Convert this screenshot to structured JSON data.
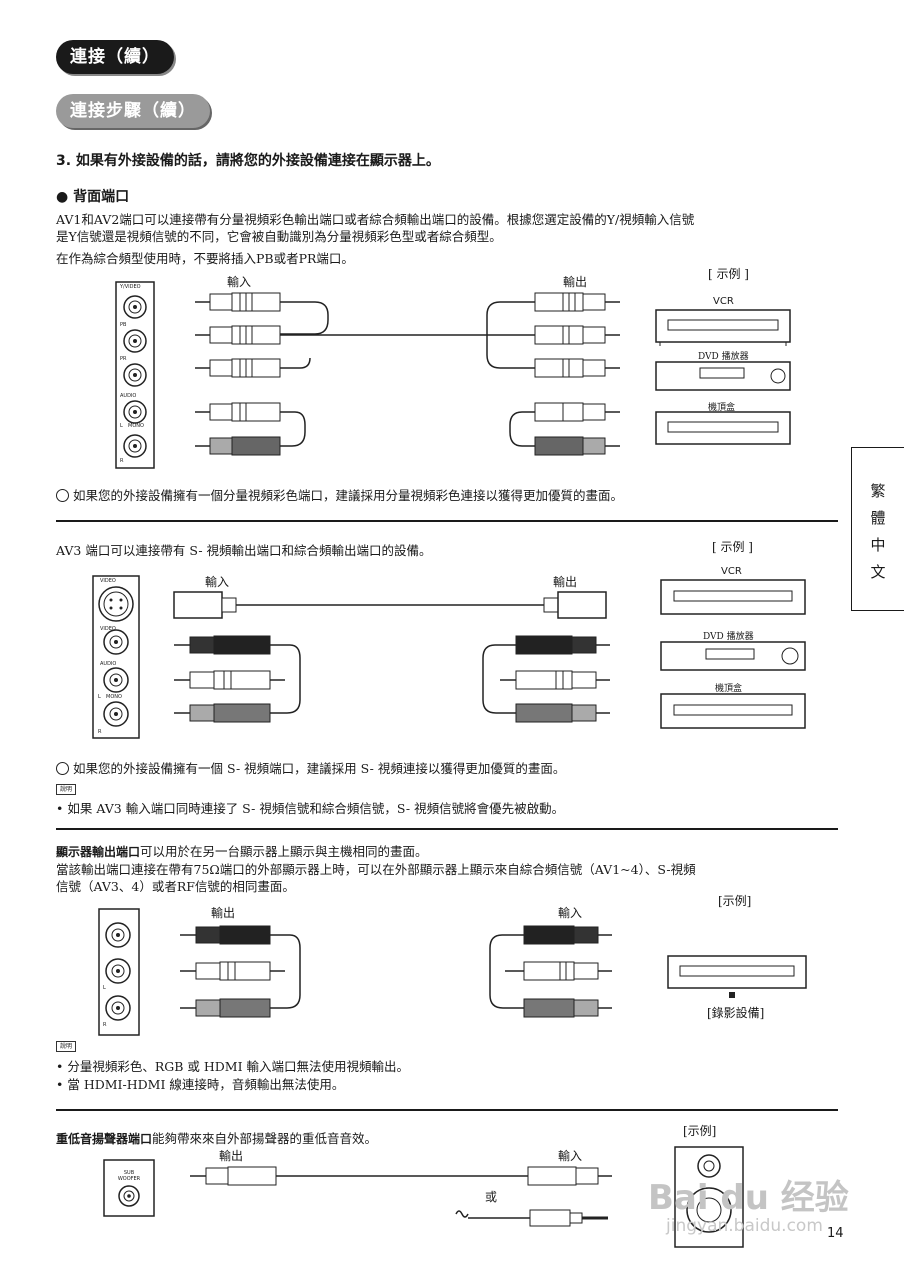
{
  "header": {
    "section_title": "連接（續）",
    "subsection_title": "連接步驟（續）"
  },
  "step": {
    "heading": "3. 如果有外接設備的話，請將您的外接設備連接在顯示器上。",
    "rear_heading": "背面端口",
    "para1": "AV1和AV2端口可以連接帶有分量視頻彩色輸出端口或者綜合頻輸出端口的設備。根據您選定設備的Y/視頻輸入信號",
    "para2": "是Y信號還是視頻信號的不同，它會被自動識別為分量視頻彩色型或者綜合頻型。",
    "para3": "在作為綜合頻型使用時，不要將插入PB或者PR端口。"
  },
  "diagram1": {
    "input_label": "輸入",
    "output_label": "輸出",
    "example_label": "[ 示例 ]",
    "panel_labels": [
      "Y/VIDEO",
      "PB",
      "PR",
      "AUDIO",
      "L",
      "MONO",
      "R"
    ],
    "devices": [
      "VCR",
      "DVD 播放器",
      "機頂盒"
    ],
    "tip": "如果您的外接設備擁有一個分量視頻彩色端口，建議採用分量視頻彩色連接以獲得更加優質的畫面。"
  },
  "section_av3": {
    "intro": "AV3 端口可以連接帶有 S- 視頻輸出端口和綜合頻輸出端口的設備。",
    "example_label": "[ 示例 ]",
    "input_label": "輸入",
    "output_label": "輸出",
    "panel_labels": [
      "VIDEO",
      "VIDEO",
      "AUDIO",
      "L",
      "MONO",
      "R"
    ],
    "devices": [
      "VCR",
      "DVD 播放器",
      "機頂盒"
    ],
    "tip": "如果您的外接設備擁有一個 S- 視頻端口，建議採用 S- 視頻連接以獲得更加優質的畫面。",
    "note_icon": "說明",
    "note": "如果 AV3 輸入端口同時連接了 S- 視頻信號和綜合頻信號，S- 視頻信號將會優先被啟動。"
  },
  "section_monitor": {
    "title_bold": "顯示器輸出端口",
    "title_rest": "可以用於在另一台顯示器上顯示與主機相同的畫面。",
    "line2": "當該輸出端口連接在帶有75Ω端口的外部顯示器上時，可以在外部顯示器上顯示來自綜合頻信號（AV1~4）、S-視頻",
    "line3": "信號（AV3、4）或者RF信號的相同畫面。",
    "example_label": "[示例]",
    "output_label": "輸出",
    "input_label": "輸入",
    "panel_labels": [
      "L",
      "R"
    ],
    "device_label": "[錄影設備]",
    "note_icon": "說明",
    "notes": [
      "分量視頻彩色、RGB 或 HDMI 輸入端口無法使用視頻輸出。",
      "當 HDMI-HDMI 線連接時，音頻輸出無法使用。"
    ]
  },
  "section_sub": {
    "title_bold": "重低音揚聲器端口",
    "title_rest": "能夠帶來來自外部揚聲器的重低音音效。",
    "example_label": "[示例]",
    "output_label": "輸出",
    "input_label": "輸入",
    "or_label": "或",
    "panel_label": "SUB WOOFER"
  },
  "side_tab": [
    "繁",
    "體",
    "中",
    "文"
  ],
  "page_number": "14",
  "watermark": {
    "brand": "Bai du 经验",
    "url": "jingyan.baidu.com"
  }
}
